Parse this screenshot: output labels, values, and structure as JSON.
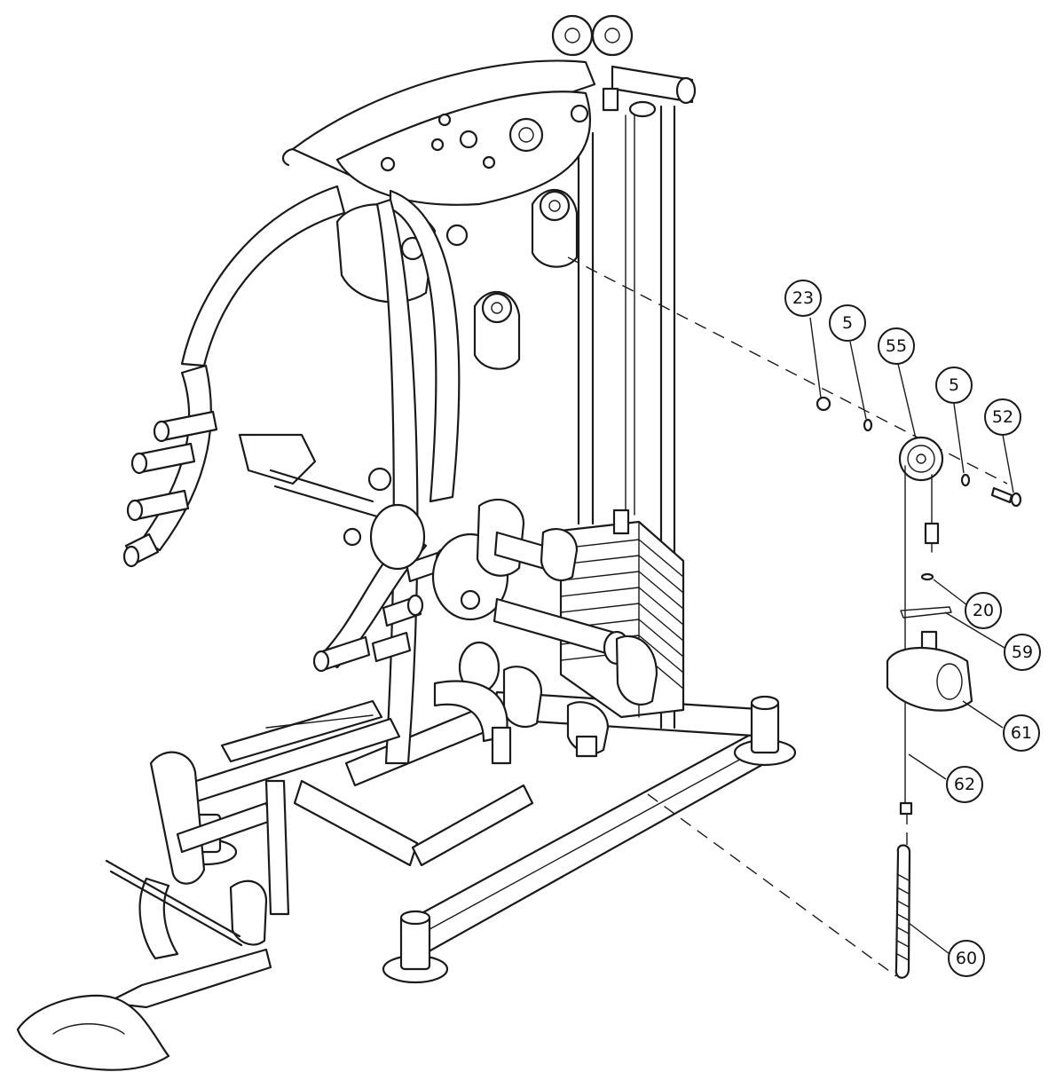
{
  "callouts": [
    {
      "id": "c23",
      "label": "23"
    },
    {
      "id": "c5a",
      "label": "5"
    },
    {
      "id": "c55",
      "label": "55"
    },
    {
      "id": "c5b",
      "label": "5"
    },
    {
      "id": "c52",
      "label": "52"
    },
    {
      "id": "c20",
      "label": "20"
    },
    {
      "id": "c59",
      "label": "59"
    },
    {
      "id": "c61",
      "label": "61"
    },
    {
      "id": "c62",
      "label": "62"
    },
    {
      "id": "c60",
      "label": "60"
    }
  ]
}
